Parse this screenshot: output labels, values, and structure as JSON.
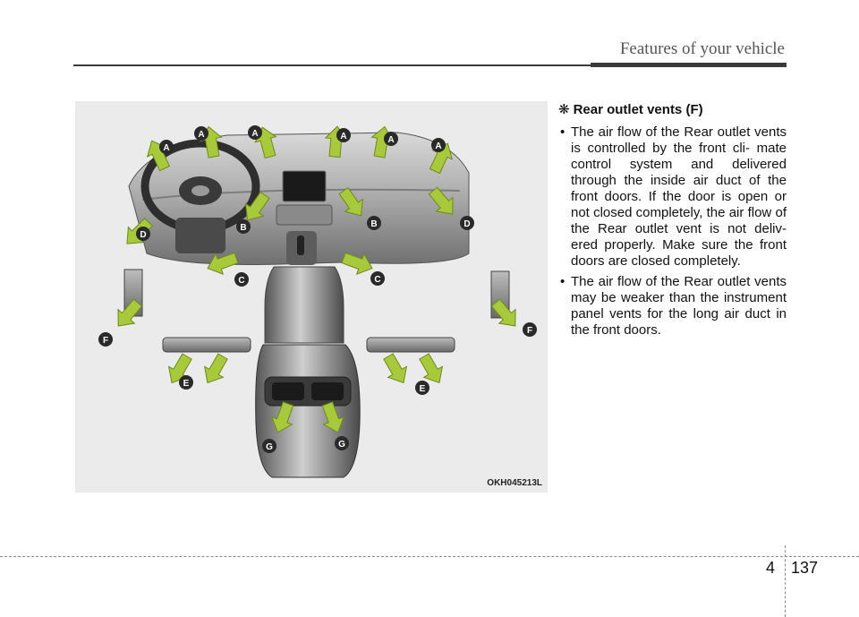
{
  "header": {
    "title": "Features of your vehicle"
  },
  "figure": {
    "code": "OKH045213L",
    "vent_labels": [
      "A",
      "A",
      "A",
      "A",
      "A",
      "A",
      "B",
      "B",
      "C",
      "C",
      "D",
      "D",
      "E",
      "E",
      "F",
      "F",
      "G",
      "G"
    ]
  },
  "section": {
    "mark": "❋",
    "title": "Rear outlet vents (F)",
    "bullets": [
      "The air flow of the Rear outlet vents is controlled by the front cli- mate control system and delivered through the inside air duct of the front doors. If the door is open or not closed completely, the air flow of the Rear outlet vent is not deliv- ered properly. Make sure the front doors are closed completely.",
      "The air flow of the Rear outlet vents may be weaker than the instrument panel vents for the long air duct in the front doors."
    ]
  },
  "footer": {
    "chapter": "4",
    "page": "137"
  },
  "colors": {
    "arrow_fill": "#a8c93a",
    "label_fill": "#2a2a2a",
    "figure_bg": "#ebebeb"
  }
}
